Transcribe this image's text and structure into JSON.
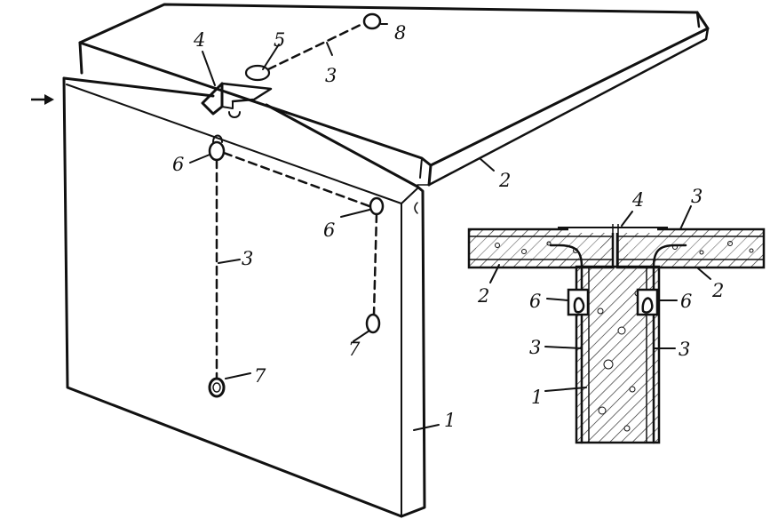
{
  "iso_view": {
    "labels": {
      "panel": "1",
      "slab": "2",
      "cable_top": "3",
      "cable_vertical": "3",
      "key_notch": "4",
      "loop": "5",
      "loop_left": "6",
      "loop_right": "6",
      "anchor_left": "7",
      "anchor_right": "7",
      "anchor_slab": "8"
    }
  },
  "section_view": {
    "labels": {
      "key_gap": "4",
      "cable_top_right": "3",
      "slab_left": "2",
      "slab_right": "2",
      "loop_left": "6",
      "loop_right": "6",
      "cable_left": "3",
      "cable_right": "3",
      "wall": "1"
    }
  }
}
